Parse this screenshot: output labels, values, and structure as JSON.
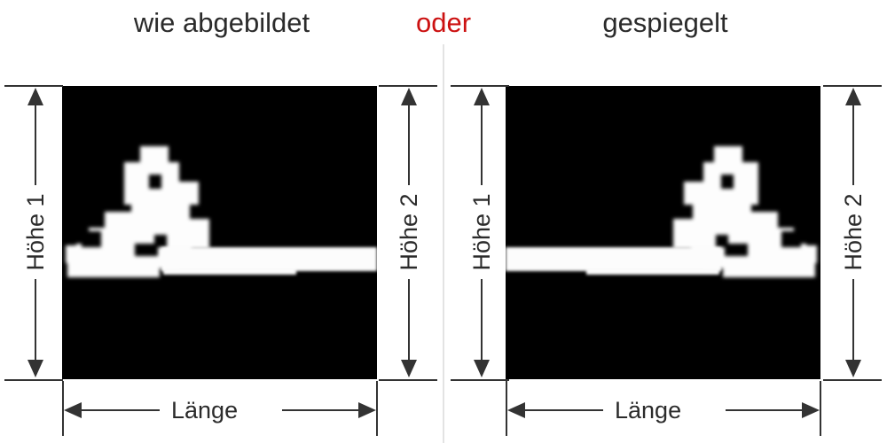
{
  "headings": {
    "left": "wie abgebildet",
    "connector": "oder",
    "right": "gespiegelt"
  },
  "colors": {
    "connector_red": "#cc1111",
    "text_dark": "#2b2b2b",
    "line": "#333333",
    "divider": "#e3e3e3",
    "photo_background": "#000000",
    "photo_foreground": "#fdfdfd",
    "page_background": "#ffffff"
  },
  "panels": [
    {
      "id": "as-pictured",
      "title": "wie abgebildet",
      "height_label": "Höhe 1",
      "length_label": "Länge",
      "mirrored": false
    },
    {
      "id": "mirrored",
      "title": "gespiegelt",
      "height_label": "Höhe 2",
      "length_label": "Länge",
      "mirrored": true
    }
  ],
  "icons": {
    "arrow_up": "arrow-up-icon",
    "arrow_down": "arrow-down-icon",
    "arrow_left": "arrow-left-icon",
    "arrow_right": "arrow-right-icon"
  }
}
